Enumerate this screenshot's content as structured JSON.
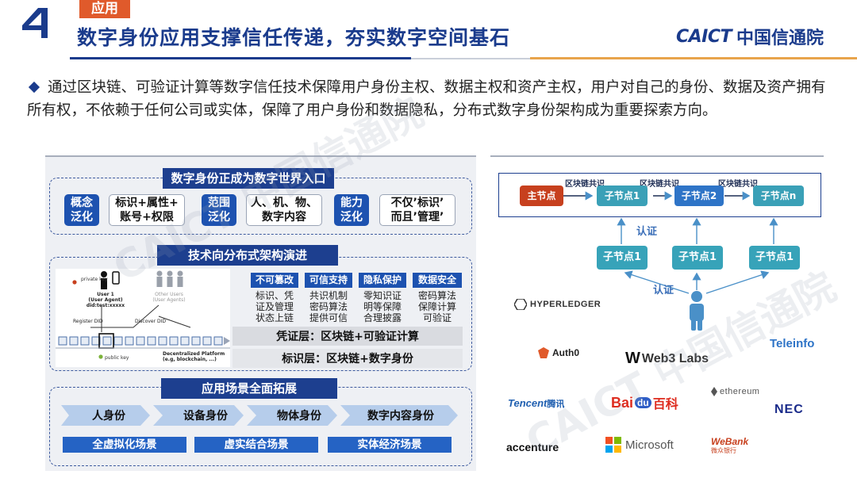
{
  "header": {
    "tag": "应用",
    "title": "数字身份应用支撑信任传递，夯实数字空间基石",
    "brand_en": "CAICT",
    "brand_cn": "中国信通院",
    "colors": {
      "primary": "#1a3b8c",
      "accent": "#e05a2b",
      "gold": "#e8a44c"
    }
  },
  "bullet": "通过区块链、可验证计算等数字信任技术保障用户身份主权、数据主权和资产主权，用户对自己的身份、数据及资产拥有所有权，不依赖于任何公司或实体，保障了用户身份和数据隐私，分布式数字身份架构成为重要探索方向。",
  "left": {
    "group1": {
      "title": "数字身份正成为数字世界入口",
      "items": [
        {
          "label": "概念\n泛化",
          "style": "dark"
        },
        {
          "label": "标识+属性+\n账号+权限",
          "style": "light"
        },
        {
          "label": "范围\n泛化",
          "style": "dark"
        },
        {
          "label": "人、机、物、\n数字内容",
          "style": "light"
        },
        {
          "label": "能力\n泛化",
          "style": "dark"
        },
        {
          "label": "不仅’标识’\n而且’管理’",
          "style": "light"
        }
      ]
    },
    "group2": {
      "title": "技术向分布式架构演进",
      "diagram": {
        "private_key": "private key",
        "user1": "User 1\n(User Agent)\ndid:test:xxxxx",
        "other_users": "Other Users\n(User Agents)",
        "register": "Register DID",
        "discover": "Discover DID",
        "public_key": "public key",
        "platform": "Decentralized Platform\n(e.g, blockchain, ...)"
      },
      "properties": [
        {
          "head": "不可篡改",
          "body": "标识、凭\n证及管理\n状态上链"
        },
        {
          "head": "可信支持",
          "body": "共识机制\n密码算法\n提供可信"
        },
        {
          "head": "隐私保护",
          "body": "零知识证\n明等保障\n合理披露"
        },
        {
          "head": "数据安全",
          "body": "密码算法\n保障计算\n可验证"
        }
      ],
      "layers": [
        "凭证层：区块链+可验证计算",
        "标识层：区块链+数字身份"
      ]
    },
    "group3": {
      "title": "应用场景全面拓展",
      "identities": [
        "人身份",
        "设备身份",
        "物体身份",
        "数字内容身份"
      ],
      "scenes": [
        "全虚拟化场景",
        "虚实结合场景",
        "实体经济场景"
      ]
    }
  },
  "right": {
    "chain_labels": [
      "区块链共识",
      "区块链共识",
      "区块链共识"
    ],
    "nodes": [
      "主节点",
      "子节点1",
      "子节点2",
      "子节点n"
    ],
    "auth_top": "认证",
    "auth_bottom": "认证",
    "sub_nodes": [
      "子节点1",
      "子节点1",
      "子节点1"
    ],
    "logos": {
      "hyperledger": "HYPERLEDGER",
      "auth0": "Auth0",
      "web3": "Web3 Labs",
      "teleinfo": "Teleinfo",
      "tencent_en": "Tencent",
      "tencent_cn": "腾讯",
      "baidu_en": "Bai",
      "baidu_du": "du",
      "baidu_cn": "百科",
      "ethereum": "ethereum",
      "nec": "NEC",
      "accenture": "accenture",
      "microsoft": "Microsoft",
      "webank_en": "WeBank",
      "webank_cn": "微众银行"
    }
  }
}
